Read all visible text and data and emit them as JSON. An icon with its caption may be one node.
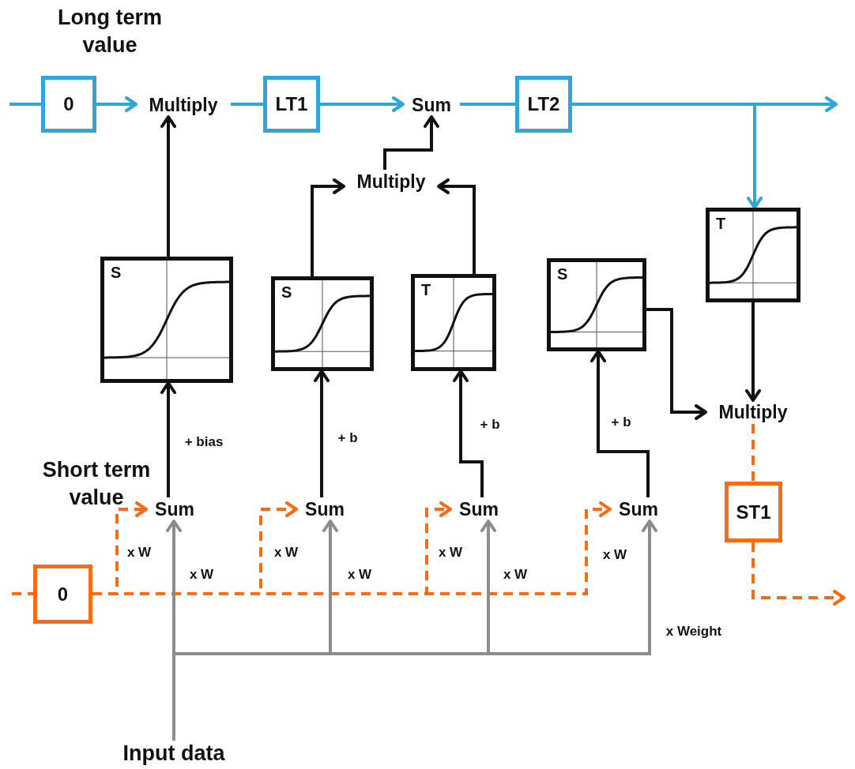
{
  "diagram": {
    "nodes": [
      {
        "text": [
          "Long term value",
          "0"
        ]
      },
      {
        "text": [
          "Multiply"
        ]
      },
      {
        "text": [
          "LT1"
        ]
      },
      {
        "text": [
          "Sum"
        ]
      },
      {
        "text": [
          "LT2"
        ]
      },
      {
        "text": [
          "Multiply"
        ]
      },
      {
        "text": [
          "S"
        ]
      },
      {
        "text": [
          "S"
        ]
      },
      {
        "text": [
          "T"
        ]
      },
      {
        "text": [
          "S"
        ]
      },
      {
        "text": [
          "T"
        ]
      },
      {
        "text": [
          "Multiply"
        ]
      },
      {
        "text": [
          "ST1"
        ]
      },
      {
        "text": [
          "Short term value",
          "0"
        ]
      },
      {
        "text": [
          "Sum"
        ]
      },
      {
        "text": [
          "Sum"
        ]
      },
      {
        "text": [
          "Sum"
        ]
      },
      {
        "text": [
          "Sum"
        ]
      },
      {
        "text": [
          "Input data"
        ]
      }
    ],
    "edges": [
      {
        "from": null,
        "to": 0,
        "arrow": "none",
        "color": "#2fa6d6"
      },
      {
        "from": 0,
        "to": 1,
        "arrow": "to",
        "color": "#2fa6d6"
      },
      {
        "from": 1,
        "to": 2,
        "arrow": "none",
        "color": "#2fa6d6"
      },
      {
        "from": 2,
        "to": 3,
        "arrow": "to",
        "color": "#2fa6d6"
      },
      {
        "from": 3,
        "to": 4,
        "arrow": "none",
        "color": "#2fa6d6"
      },
      {
        "from": 4,
        "to": null,
        "arrow": "to",
        "color": "#2fa6d6"
      },
      {
        "from": 4,
        "to": 10,
        "arrow": "to",
        "color": "#2fa6d6"
      },
      {
        "from": 6,
        "to": 1,
        "arrow": "to"
      },
      {
        "from": 7,
        "to": 5,
        "arrow": "to"
      },
      {
        "from": 8,
        "to": 5,
        "arrow": "to"
      },
      {
        "from": 5,
        "to": 3,
        "arrow": "to"
      },
      {
        "from": 10,
        "to": 11,
        "arrow": "to"
      },
      {
        "from": 9,
        "to": 11,
        "arrow": "to"
      },
      {
        "from": 11,
        "to": 12,
        "arrow": "none",
        "style": "dashed",
        "color": "#ff6a13"
      },
      {
        "from": 12,
        "to": null,
        "arrow": "to",
        "style": "dashed",
        "color": "#ff6a13"
      },
      {
        "from": null,
        "to": 13,
        "arrow": "none",
        "style": "dashed",
        "color": "#ff6a13"
      },
      {
        "from": 13,
        "to": 14,
        "arrow": "to",
        "label": "x W",
        "style": "dashed",
        "color": "#ff6a13"
      },
      {
        "from": 13,
        "to": 15,
        "arrow": "to",
        "label": "x W",
        "style": "dashed",
        "color": "#ff6a13"
      },
      {
        "from": 13,
        "to": 16,
        "arrow": "to",
        "label": "x W",
        "style": "dashed",
        "color": "#ff6a13"
      },
      {
        "from": 13,
        "to": 17,
        "arrow": "to",
        "label": "x W",
        "style": "dashed",
        "color": "#ff6a13"
      },
      {
        "from": 18,
        "to": 14,
        "arrow": "to",
        "label": "x W",
        "color": "#8c8c8c"
      },
      {
        "from": 18,
        "to": 15,
        "arrow": "to",
        "label": "x W",
        "color": "#8c8c8c"
      },
      {
        "from": 18,
        "to": 16,
        "arrow": "to",
        "label": "x W",
        "color": "#8c8c8c"
      },
      {
        "from": 18,
        "to": 17,
        "arrow": "to",
        "label": "x Weight",
        "color": "#8c8c8c"
      },
      {
        "from": 14,
        "to": 6,
        "arrow": "to",
        "label": "+ bias"
      },
      {
        "from": 15,
        "to": 7,
        "arrow": "to",
        "label": "+ b"
      },
      {
        "from": 16,
        "to": 8,
        "arrow": "to",
        "label": "+ b"
      },
      {
        "from": 17,
        "to": 9,
        "arrow": "to",
        "label": "+ b"
      }
    ]
  }
}
